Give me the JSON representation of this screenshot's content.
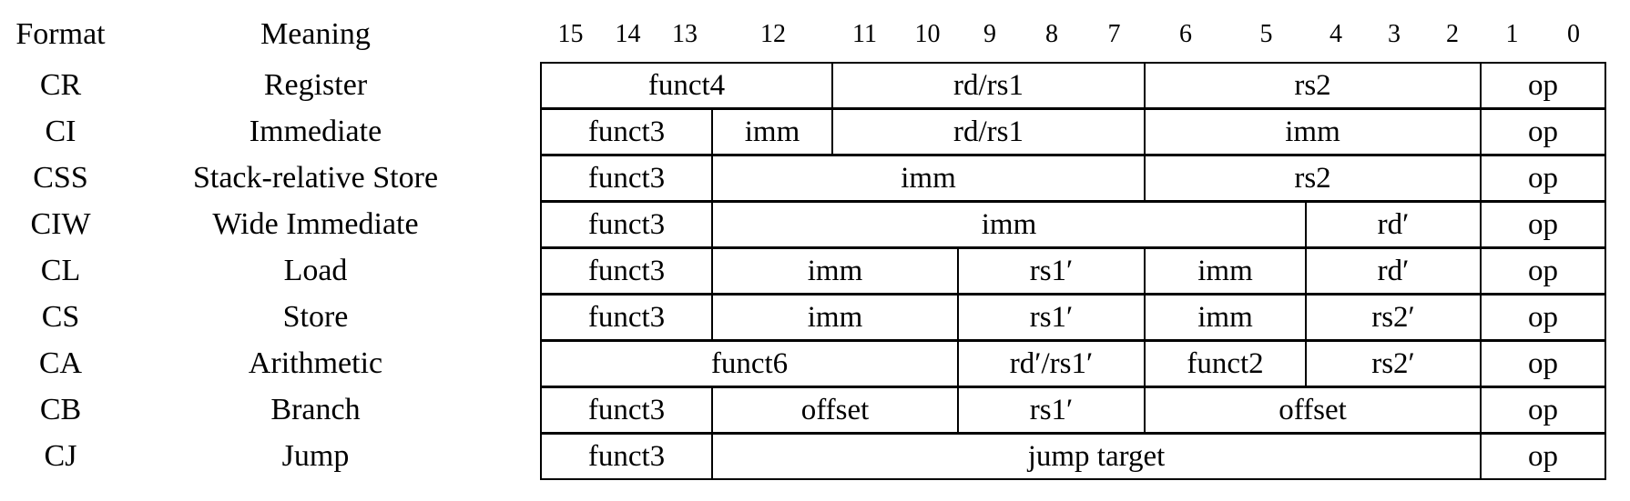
{
  "header": {
    "format": "Format",
    "meaning": "Meaning",
    "bits": [
      15,
      14,
      13,
      12,
      11,
      10,
      9,
      8,
      7,
      6,
      5,
      4,
      3,
      2,
      1,
      0
    ]
  },
  "formats": [
    {
      "format": "CR",
      "meaning": "Register",
      "fields": [
        {
          "label": "funct4",
          "hi": 15,
          "lo": 12
        },
        {
          "label": "rd/rs1",
          "hi": 11,
          "lo": 7
        },
        {
          "label": "rs2",
          "hi": 6,
          "lo": 2
        },
        {
          "label": "op",
          "hi": 1,
          "lo": 0
        }
      ]
    },
    {
      "format": "CI",
      "meaning": "Immediate",
      "fields": [
        {
          "label": "funct3",
          "hi": 15,
          "lo": 13
        },
        {
          "label": "imm",
          "hi": 12,
          "lo": 12
        },
        {
          "label": "rd/rs1",
          "hi": 11,
          "lo": 7
        },
        {
          "label": "imm",
          "hi": 6,
          "lo": 2
        },
        {
          "label": "op",
          "hi": 1,
          "lo": 0
        }
      ]
    },
    {
      "format": "CSS",
      "meaning": "Stack-relative Store",
      "fields": [
        {
          "label": "funct3",
          "hi": 15,
          "lo": 13
        },
        {
          "label": "imm",
          "hi": 12,
          "lo": 7
        },
        {
          "label": "rs2",
          "hi": 6,
          "lo": 2
        },
        {
          "label": "op",
          "hi": 1,
          "lo": 0
        }
      ]
    },
    {
      "format": "CIW",
      "meaning": "Wide Immediate",
      "fields": [
        {
          "label": "funct3",
          "hi": 15,
          "lo": 13
        },
        {
          "label": "imm",
          "hi": 12,
          "lo": 5
        },
        {
          "label": "rd′",
          "hi": 4,
          "lo": 2
        },
        {
          "label": "op",
          "hi": 1,
          "lo": 0
        }
      ]
    },
    {
      "format": "CL",
      "meaning": "Load",
      "fields": [
        {
          "label": "funct3",
          "hi": 15,
          "lo": 13
        },
        {
          "label": "imm",
          "hi": 12,
          "lo": 10
        },
        {
          "label": "rs1′",
          "hi": 9,
          "lo": 7
        },
        {
          "label": "imm",
          "hi": 6,
          "lo": 5
        },
        {
          "label": "rd′",
          "hi": 4,
          "lo": 2
        },
        {
          "label": "op",
          "hi": 1,
          "lo": 0
        }
      ]
    },
    {
      "format": "CS",
      "meaning": "Store",
      "fields": [
        {
          "label": "funct3",
          "hi": 15,
          "lo": 13
        },
        {
          "label": "imm",
          "hi": 12,
          "lo": 10
        },
        {
          "label": "rs1′",
          "hi": 9,
          "lo": 7
        },
        {
          "label": "imm",
          "hi": 6,
          "lo": 5
        },
        {
          "label": "rs2′",
          "hi": 4,
          "lo": 2
        },
        {
          "label": "op",
          "hi": 1,
          "lo": 0
        }
      ]
    },
    {
      "format": "CA",
      "meaning": "Arithmetic",
      "fields": [
        {
          "label": "funct6",
          "hi": 15,
          "lo": 10
        },
        {
          "label": "rd′/rs1′",
          "hi": 9,
          "lo": 7
        },
        {
          "label": "funct2",
          "hi": 6,
          "lo": 5
        },
        {
          "label": "rs2′",
          "hi": 4,
          "lo": 2
        },
        {
          "label": "op",
          "hi": 1,
          "lo": 0
        }
      ]
    },
    {
      "format": "CB",
      "meaning": "Branch",
      "fields": [
        {
          "label": "funct3",
          "hi": 15,
          "lo": 13
        },
        {
          "label": "offset",
          "hi": 12,
          "lo": 10
        },
        {
          "label": "rs1′",
          "hi": 9,
          "lo": 7
        },
        {
          "label": "offset",
          "hi": 6,
          "lo": 2
        },
        {
          "label": "op",
          "hi": 1,
          "lo": 0
        }
      ]
    },
    {
      "format": "CJ",
      "meaning": "Jump",
      "fields": [
        {
          "label": "funct3",
          "hi": 15,
          "lo": 13
        },
        {
          "label": "jump target",
          "hi": 12,
          "lo": 2
        },
        {
          "label": "op",
          "hi": 1,
          "lo": 0
        }
      ]
    }
  ],
  "colors": {
    "text": "#000000",
    "border": "#000000",
    "background": "#ffffff"
  }
}
